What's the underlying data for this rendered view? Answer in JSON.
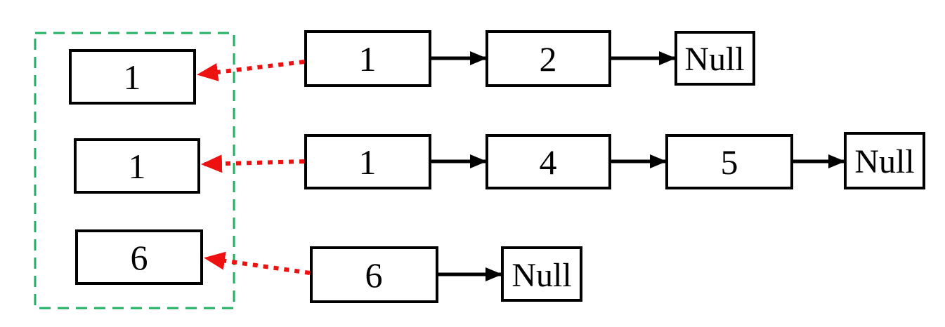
{
  "diagram": {
    "kind": "linked-list-diagram",
    "colors": {
      "node_border": "#000000",
      "next_arrow": "#000000",
      "merged_outline": "#22b164",
      "back_pointer": "#ee1111",
      "text": "#000000",
      "background": "#ffffff"
    },
    "merged_group": {
      "items": [
        {
          "label": "1"
        },
        {
          "label": "1"
        },
        {
          "label": "6"
        }
      ]
    },
    "lists": [
      {
        "nodes": [
          {
            "label": "1"
          },
          {
            "label": "2"
          }
        ],
        "terminator": "Null"
      },
      {
        "nodes": [
          {
            "label": "1"
          },
          {
            "label": "4"
          },
          {
            "label": "5"
          }
        ],
        "terminator": "Null"
      },
      {
        "nodes": [
          {
            "label": "6"
          }
        ],
        "terminator": "Null"
      }
    ]
  }
}
